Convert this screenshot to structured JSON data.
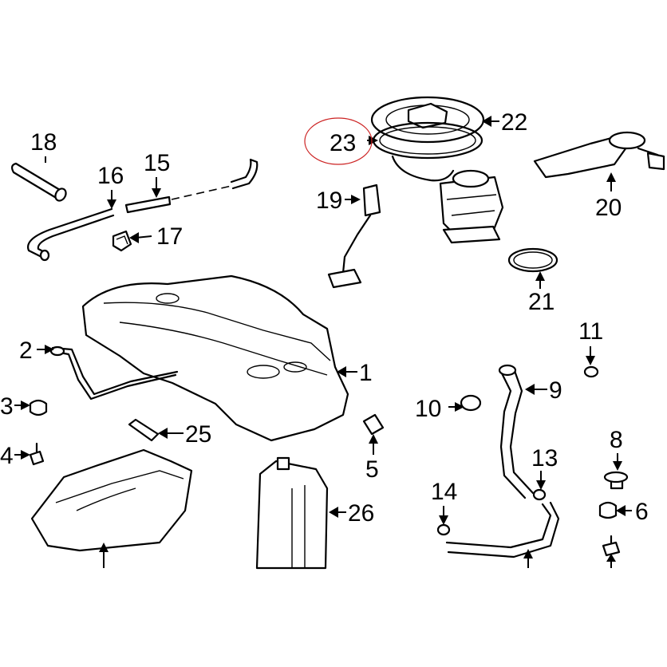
{
  "callouts": {
    "c1": "1",
    "c2": "2",
    "c3": "3",
    "c4": "4",
    "c5": "5",
    "c6": "6",
    "c8": "8",
    "c9": "9",
    "c10": "10",
    "c11": "11",
    "c13": "13",
    "c14": "14",
    "c15": "15",
    "c16": "16",
    "c17": "17",
    "c18": "18",
    "c19": "19",
    "c20": "20",
    "c21": "21",
    "c22": "22",
    "c23": "23",
    "c25": "25",
    "c26": "26"
  },
  "highlighted_callout": "23",
  "colors": {
    "line": "#000000",
    "highlight": "#cc2222",
    "background": "#ffffff"
  }
}
